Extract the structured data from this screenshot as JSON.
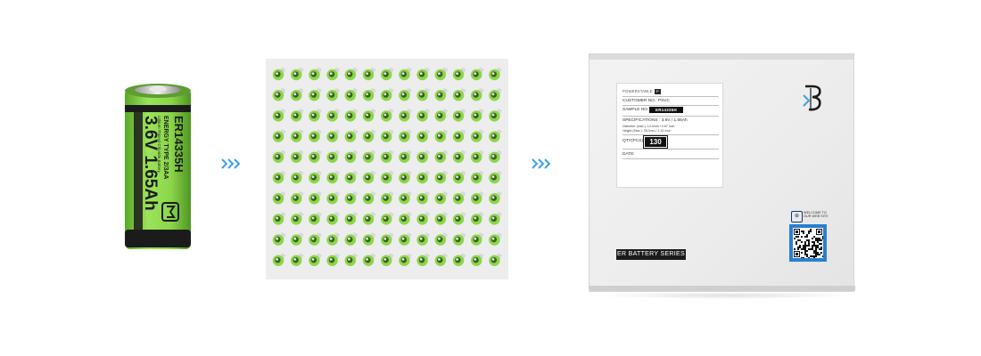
{
  "battery": {
    "model": "ER14335H",
    "voltage_capacity": "3.6V 1.65Ah",
    "type_line": "ENERGY TYPE 2/3AA",
    "chem_line": "Lithium Thionyl Chloride Battery",
    "colors": {
      "body": "#8bd64a",
      "band": "#1b1b1b",
      "top": "#cfcfcf"
    }
  },
  "flow": {
    "arrow_icon": "double-chevron-right-icon",
    "arrow_color": "#3aa0e8"
  },
  "tray": {
    "rows": 10,
    "cols": 13,
    "cell_color": "#8bd64a"
  },
  "box": {
    "label": {
      "brand": "POWERSTABLE",
      "customer": "CUSTOMER NO.: PSVC",
      "sample_label": "SAMPLE NO.:",
      "sample_value": "ER14335H",
      "spec": "SPECIFICATIONS : 3.6V / 1.65Ah",
      "dim1": "Diameter (max.): 14.0mm / 0.67 Inch",
      "dim2": "Height (Max.): 35.0mm / 1.32 Inch",
      "qty_label": "QTY(PCS):",
      "qty_value": "130",
      "date_label": "DATE:"
    },
    "series_badge": "ER BATTERY SERIES",
    "welcome_line1": "WELCOME TO",
    "welcome_line2": "OUR WEB SITE"
  }
}
